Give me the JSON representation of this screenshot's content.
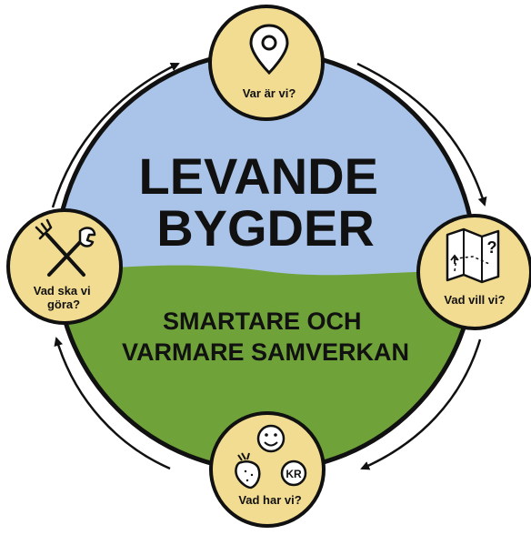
{
  "title_lines": [
    "LEVANDE",
    "BYGDER"
  ],
  "subtitle_lines": [
    "SMARTARE OCH",
    "VARMARE SAMVERKAN"
  ],
  "nodes": {
    "top": {
      "label_lines": [
        "Var är vi?"
      ],
      "icon": "location-pin-icon"
    },
    "right": {
      "label_lines": [
        "Vad vill vi?"
      ],
      "icon": "map-icon",
      "icon_text": "?"
    },
    "bottom": {
      "label_lines": [
        "Vad har vi?"
      ],
      "icons": [
        "smiley-icon",
        "strawberry-icon",
        "coin-icon"
      ],
      "coin_text": "KR"
    },
    "left": {
      "label_lines": [
        "Vad ska vi",
        "göra?"
      ],
      "icon": "tools-icon"
    }
  },
  "colors": {
    "sky": "#A9C4E8",
    "grass": "#6FA33A",
    "node_fill": "#F1DC91",
    "outline": "#111111"
  }
}
